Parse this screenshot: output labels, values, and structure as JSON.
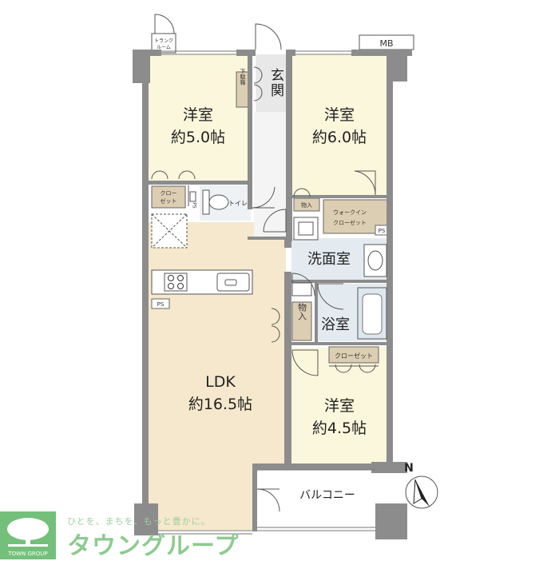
{
  "rooms": {
    "western1": {
      "name": "洋室",
      "size": "約5.0帖"
    },
    "western2": {
      "name": "洋室",
      "size": "約6.0帖"
    },
    "western3": {
      "name": "洋室",
      "size": "約4.5帖"
    },
    "ldk": {
      "name": "LDK",
      "size": "約16.5帖"
    },
    "entrance": "玄関",
    "washroom": "洗面室",
    "bathroom": "浴室",
    "balcony": "バルコニー",
    "toilet": "トイレ"
  },
  "storage": {
    "trunk_room_line1": "トランク",
    "trunk_room_line2": "ルーム",
    "mb": "MB",
    "shoe_box": "下駄箱",
    "closet_left_line1": "クロー",
    "closet_left_line2": "ゼット",
    "storage_small": "物入",
    "walk_in_line1": "ウォークイン",
    "walk_in_line2": "クローゼット",
    "storage_mid": "物入",
    "closet_right": "クローゼット",
    "ps_left_top": "PS",
    "ps_left_bottom": "PS",
    "ps_right": "PS"
  },
  "compass": {
    "north": "N"
  },
  "brand": {
    "tagline": "ひとを、まちを、もっと豊かに。",
    "name_jp": "タウングループ",
    "name_en": "TOWN GROUP"
  },
  "colors": {
    "wall": "#8c8c8c",
    "western_room": "#fbf7dc",
    "ldk": "#f6e8cc",
    "storage": "#dcceb2",
    "wet_area": "#e4ebf0",
    "brand_green": "#74c07a"
  }
}
